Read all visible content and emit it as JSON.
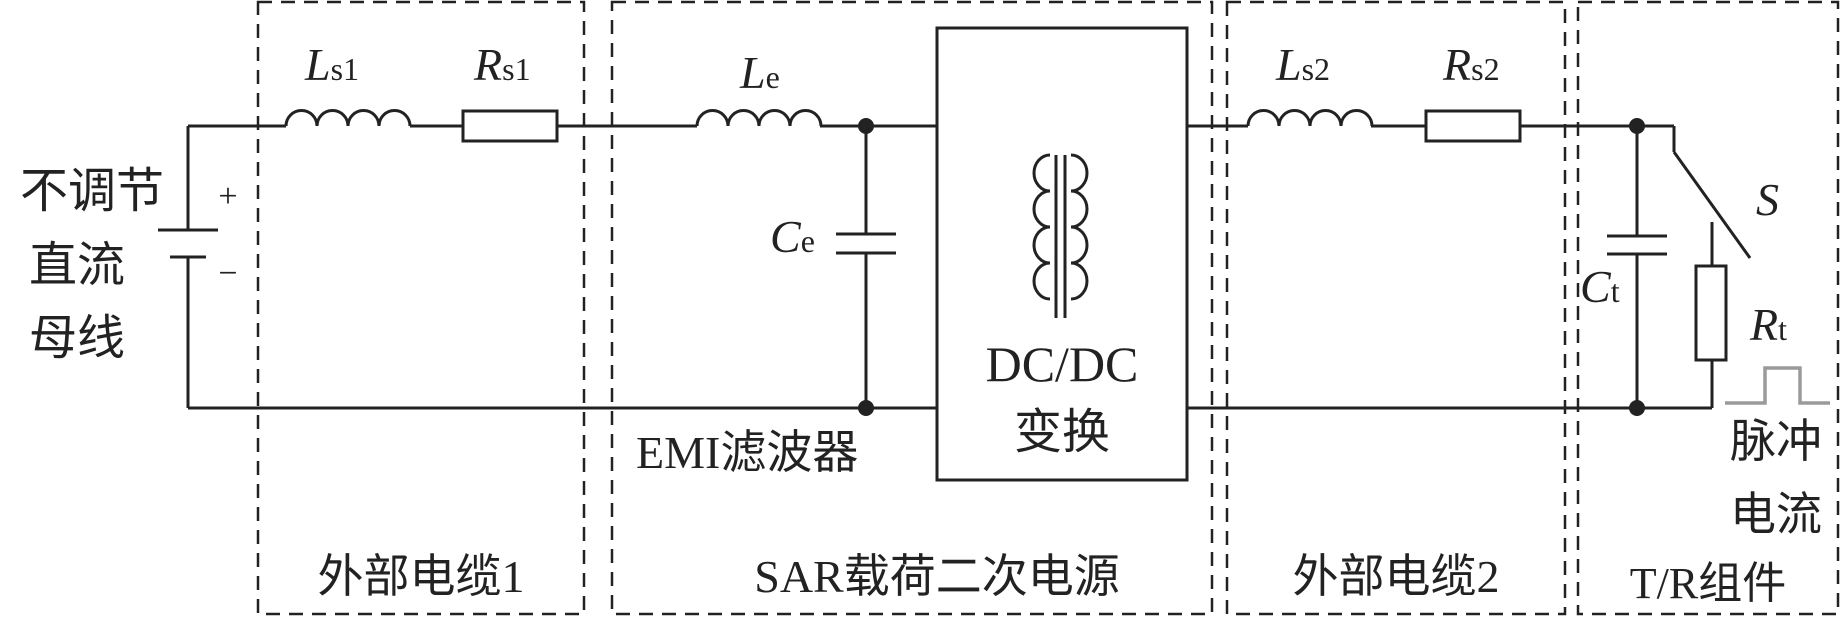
{
  "source": {
    "lines": [
      "不调节",
      "直流",
      "母线"
    ],
    "plus": "+",
    "minus": "−"
  },
  "labels": {
    "Ls1": {
      "main": "L",
      "sub": "s1"
    },
    "Rs1": {
      "main": "R",
      "sub": "s1"
    },
    "Le": {
      "main": "L",
      "sub": "e"
    },
    "Ce": {
      "main": "C",
      "sub": "e"
    },
    "Ls2": {
      "main": "L",
      "sub": "s2"
    },
    "Rs2": {
      "main": "R",
      "sub": "s2"
    },
    "Ct": {
      "main": "C",
      "sub": "t"
    },
    "Rt": {
      "main": "R",
      "sub": "t"
    },
    "S": "S"
  },
  "converter": {
    "line1": "DC/DC",
    "line2": "变换"
  },
  "emi": "EMI滤波器",
  "pulse": {
    "line1": "脉冲",
    "line2": "电流"
  },
  "regions": {
    "cable1": "外部电缆1",
    "sar": "SAR载荷二次电源",
    "cable2": "外部电缆2",
    "tr": "T/R组件"
  }
}
